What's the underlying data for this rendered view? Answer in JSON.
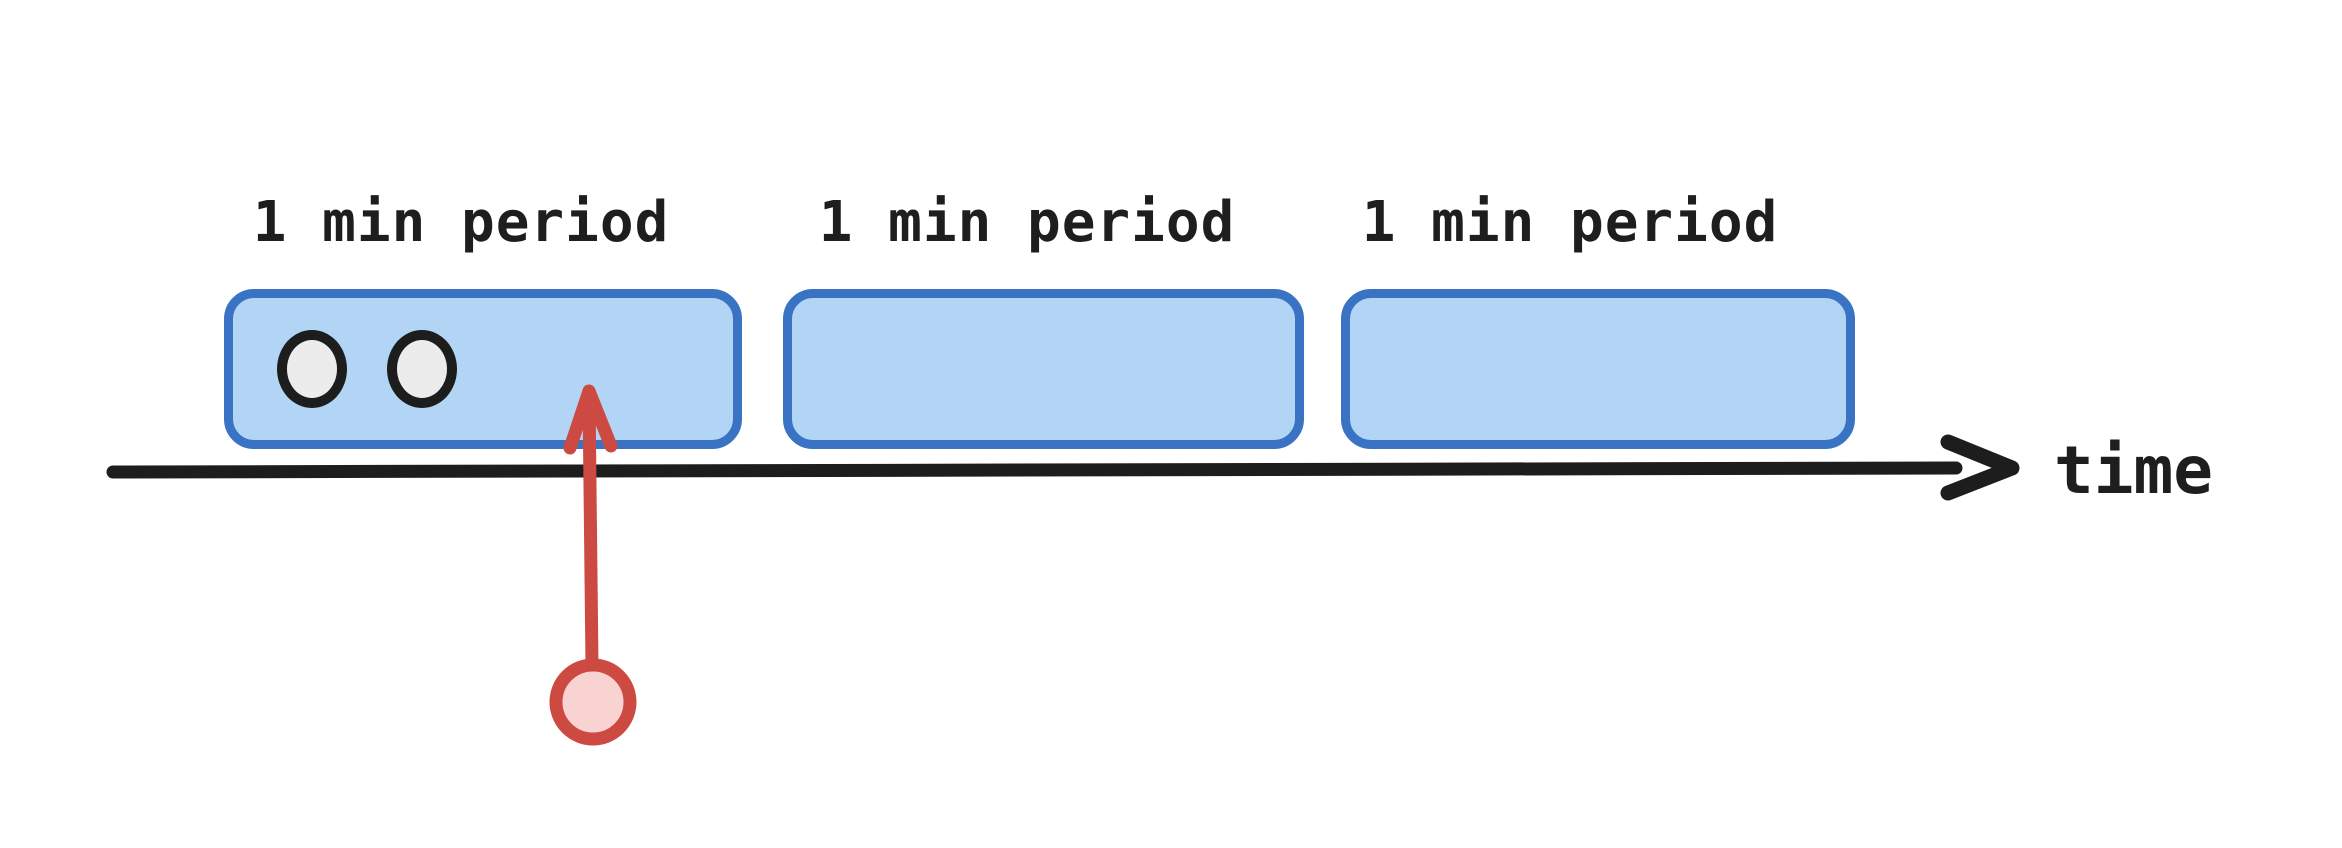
{
  "diagram": {
    "axis_label": "time",
    "periods": [
      {
        "label": "1 min period",
        "events": 2
      },
      {
        "label": "1 min period",
        "events": 0
      },
      {
        "label": "1 min period",
        "events": 0
      }
    ]
  },
  "colors": {
    "background": "#ffffff",
    "box_fill": "#b2d5f5",
    "box_border": "#3a73c3",
    "event_fill": "#ececec",
    "event_border": "#1d1d1d",
    "axis": "#1d1d1d",
    "text": "#1e1e1e",
    "marker": "#cd4a43",
    "marker_fill": "#f8d3d2"
  }
}
